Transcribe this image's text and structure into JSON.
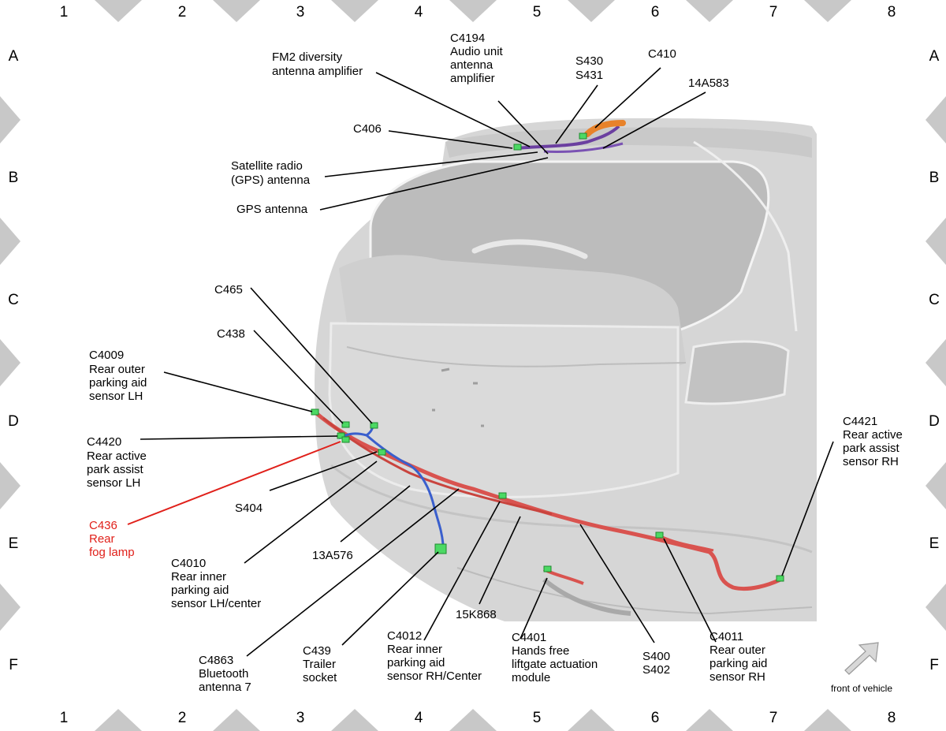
{
  "grid": {
    "columns": [
      "1",
      "2",
      "3",
      "4",
      "5",
      "6",
      "7",
      "8"
    ],
    "rows": [
      "A",
      "B",
      "C",
      "D",
      "E",
      "F"
    ]
  },
  "colors": {
    "leader": "#000000",
    "highlight": "#e0201a",
    "harness_red": "#d9534f",
    "harness_blue": "#3a5fcd",
    "harness_purple": "#6b3fa0",
    "harness_orange": "#e8822a",
    "connector": "#4cd964",
    "vehicle": "#d4d4d4",
    "border_marker": "#c8c8c8"
  },
  "callouts": {
    "fm2": [
      "FM2 diversity",
      "antenna amplifier"
    ],
    "c4194": [
      "C4194",
      "Audio unit",
      "antenna",
      "amplifier"
    ],
    "s430": [
      "S430",
      "S431"
    ],
    "c410": [
      "C410"
    ],
    "a14a583": [
      "14A583"
    ],
    "c406": [
      "C406"
    ],
    "satellite": [
      "Satellite radio",
      "(GPS) antenna"
    ],
    "gps": [
      "GPS antenna"
    ],
    "c465": [
      "C465"
    ],
    "c438": [
      "C438"
    ],
    "c4009": [
      "C4009",
      "Rear outer",
      "parking aid",
      "sensor LH"
    ],
    "c4420": [
      "C4420",
      "Rear active",
      "park assist",
      "sensor LH"
    ],
    "s404": [
      "S404"
    ],
    "c436": [
      "C436",
      "Rear",
      "fog lamp"
    ],
    "a13a576": [
      "13A576"
    ],
    "c4010": [
      "C4010",
      "Rear inner",
      "parking aid",
      "sensor LH/center"
    ],
    "c4863": [
      "C4863",
      "Bluetooth",
      "antenna 7"
    ],
    "c439": [
      "C439",
      "Trailer",
      "socket"
    ],
    "c4012": [
      "C4012",
      "Rear inner",
      "parking aid",
      "sensor RH/Center"
    ],
    "a15k868": [
      "15K868"
    ],
    "c4401": [
      "C4401",
      "Hands free",
      "liftgate actuation",
      "module"
    ],
    "s400": [
      "S400",
      "S402"
    ],
    "c4011": [
      "C4011",
      "Rear outer",
      "parking aid",
      "sensor RH"
    ],
    "c4421": [
      "C4421",
      "Rear active",
      "park assist",
      "sensor RH"
    ]
  },
  "orientation": {
    "label": "front of vehicle",
    "icon": "arrow-up-right-icon"
  }
}
